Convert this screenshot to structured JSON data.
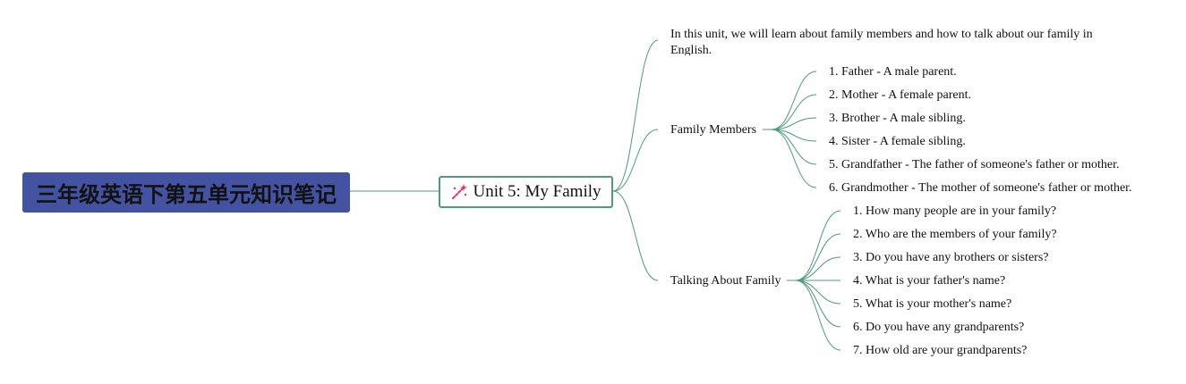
{
  "root": {
    "title": "三年级英语下第五单元知识笔记"
  },
  "center": {
    "label": "Unit 5: My Family",
    "icon": "magic-wand-icon"
  },
  "intro": "In this unit, we will learn about family members and how to talk about our family in English.",
  "branches": [
    {
      "label": "Family Members",
      "items": [
        "1. Father - A male parent.",
        "2. Mother - A female parent.",
        "3. Brother - A male sibling.",
        "4. Sister - A female sibling.",
        "5. Grandfather - The father of someone's father or mother.",
        "6. Grandmother - The mother of someone's father or mother."
      ]
    },
    {
      "label": "Talking About Family",
      "items": [
        "1. How many people are in your family?",
        "2. Who are the members of your family?",
        "3. Do you have any brothers or sisters?",
        "4. What is your father's name?",
        "5. What is your mother's name?",
        "6. Do you have any grandparents?",
        "7. How old are your grandparents?"
      ]
    }
  ],
  "colors": {
    "root_fill": "#4353a2",
    "connector": "#4e9a7a",
    "text": "#111111"
  }
}
